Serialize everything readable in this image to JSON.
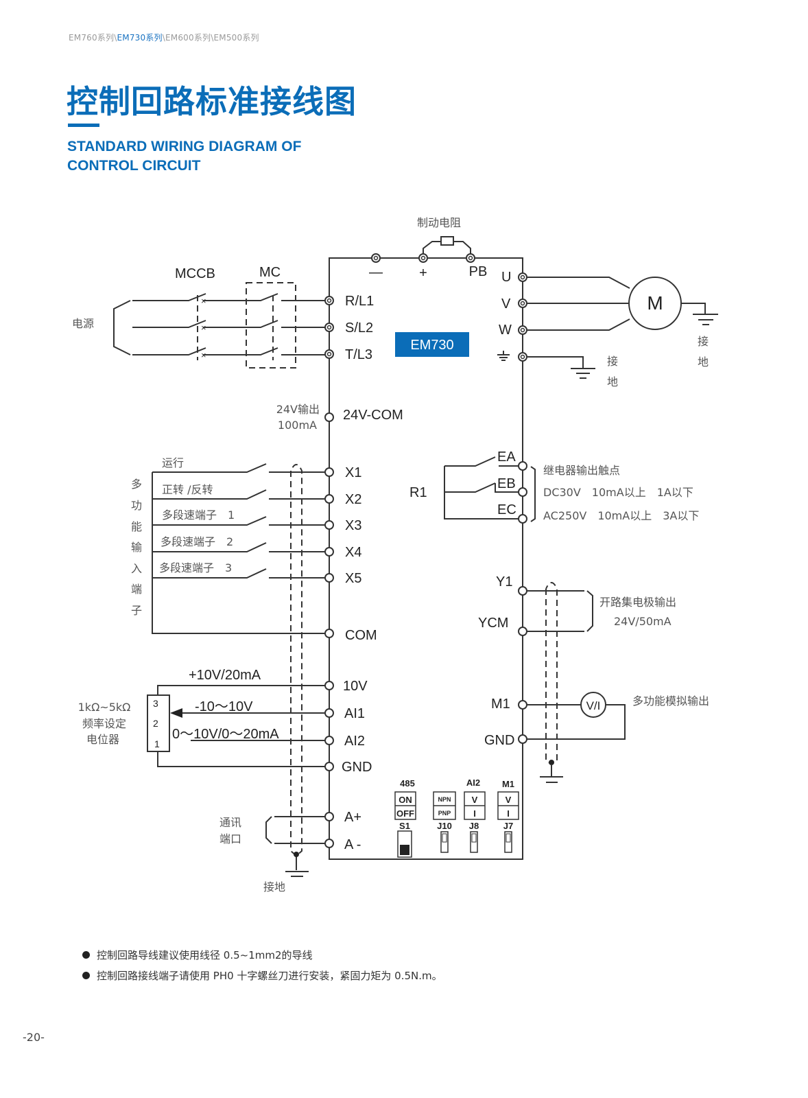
{
  "breadcrumb": {
    "items": [
      "EM760系列",
      "EM730系列",
      "EM600系列",
      "EM500系列"
    ],
    "separator": "\\",
    "active_index": 1
  },
  "header": {
    "title_cn": "控制回路标准接线图",
    "title_en_line1": "STANDARD WIRING DIAGRAM OF",
    "title_en_line2": "CONTROL CIRCUIT"
  },
  "colors": {
    "brand": "#0b6db8",
    "text": "#222222",
    "muted": "#9a9a9a"
  },
  "diagram": {
    "device_label": "EM730",
    "brake_resistor": "制动电阻",
    "dc_terminals": [
      "—",
      "+",
      "PB"
    ],
    "power_source": "电源",
    "mccb": "MCCB",
    "mc": "MC",
    "input_terminals": [
      "R/L1",
      "S/L2",
      "T/L3"
    ],
    "output_terminals": [
      "U",
      "V",
      "W"
    ],
    "ground_symbol": "ground-icon",
    "motor": "M",
    "ground_label_chars": [
      "接",
      "地"
    ],
    "v24_label": "24V输出",
    "v24_current": "100mA",
    "v24_terminal": "24V-COM",
    "multi_input_label_chars": [
      "多",
      "功",
      "能",
      "输",
      "入",
      "端",
      "子"
    ],
    "digital_inputs": [
      {
        "desc": "运行",
        "terminal": "X1"
      },
      {
        "desc": "正转 /反转",
        "terminal": "X2"
      },
      {
        "desc": "多段速端子　1",
        "terminal": "X3"
      },
      {
        "desc": "多段速端子　2",
        "terminal": "X4"
      },
      {
        "desc": "多段速端子　3",
        "terminal": "X5"
      }
    ],
    "com_terminal": "COM",
    "relay": {
      "name": "R1",
      "terminals": [
        "EA",
        "EB",
        "EC"
      ],
      "desc_lines": [
        "继电器输出触点",
        "DC30V　10mA以上　1A以下",
        "AC250V　10mA以上　3A以下"
      ]
    },
    "open_collector": {
      "terminals": [
        "Y1",
        "YCM"
      ],
      "desc_lines": [
        "开路集电极输出",
        "24V/50mA"
      ]
    },
    "potentiometer": {
      "desc_lines": [
        "1kΩ~5kΩ",
        "频率设定",
        "电位器"
      ],
      "pins": [
        "3",
        "2",
        "1"
      ]
    },
    "analog": {
      "supply_label": "+10V/20mA",
      "ai1_range": "-10～10V",
      "ai2_range": "0～10V/0～20mA",
      "terminals": [
        "10V",
        "AI1",
        "AI2",
        "GND"
      ]
    },
    "analog_output": {
      "terminals": [
        "M1",
        "GND"
      ],
      "meter": "V/I",
      "desc": "多功能模拟输出"
    },
    "comm": {
      "desc_lines": [
        "通讯",
        "端口"
      ],
      "terminals": [
        "A+",
        "A -"
      ],
      "ground_label": "接地"
    },
    "switches": [
      {
        "title": "485",
        "options": [
          "ON",
          "OFF"
        ],
        "name": "S1"
      },
      {
        "title": "",
        "options": [
          "NPN",
          "PNP"
        ],
        "name": "J10"
      },
      {
        "title": "AI2",
        "options": [
          "V",
          "I"
        ],
        "name": "J8"
      },
      {
        "title": "M1",
        "options": [
          "V",
          "I"
        ],
        "name": "J7"
      }
    ]
  },
  "notes": [
    "控制回路导线建议使用线径 0.5~1mm2的导线",
    "控制回路接线端子请使用 PH0 十字螺丝刀进行安装，紧固力矩为 0.5N.m。"
  ],
  "page_number": "-20-"
}
